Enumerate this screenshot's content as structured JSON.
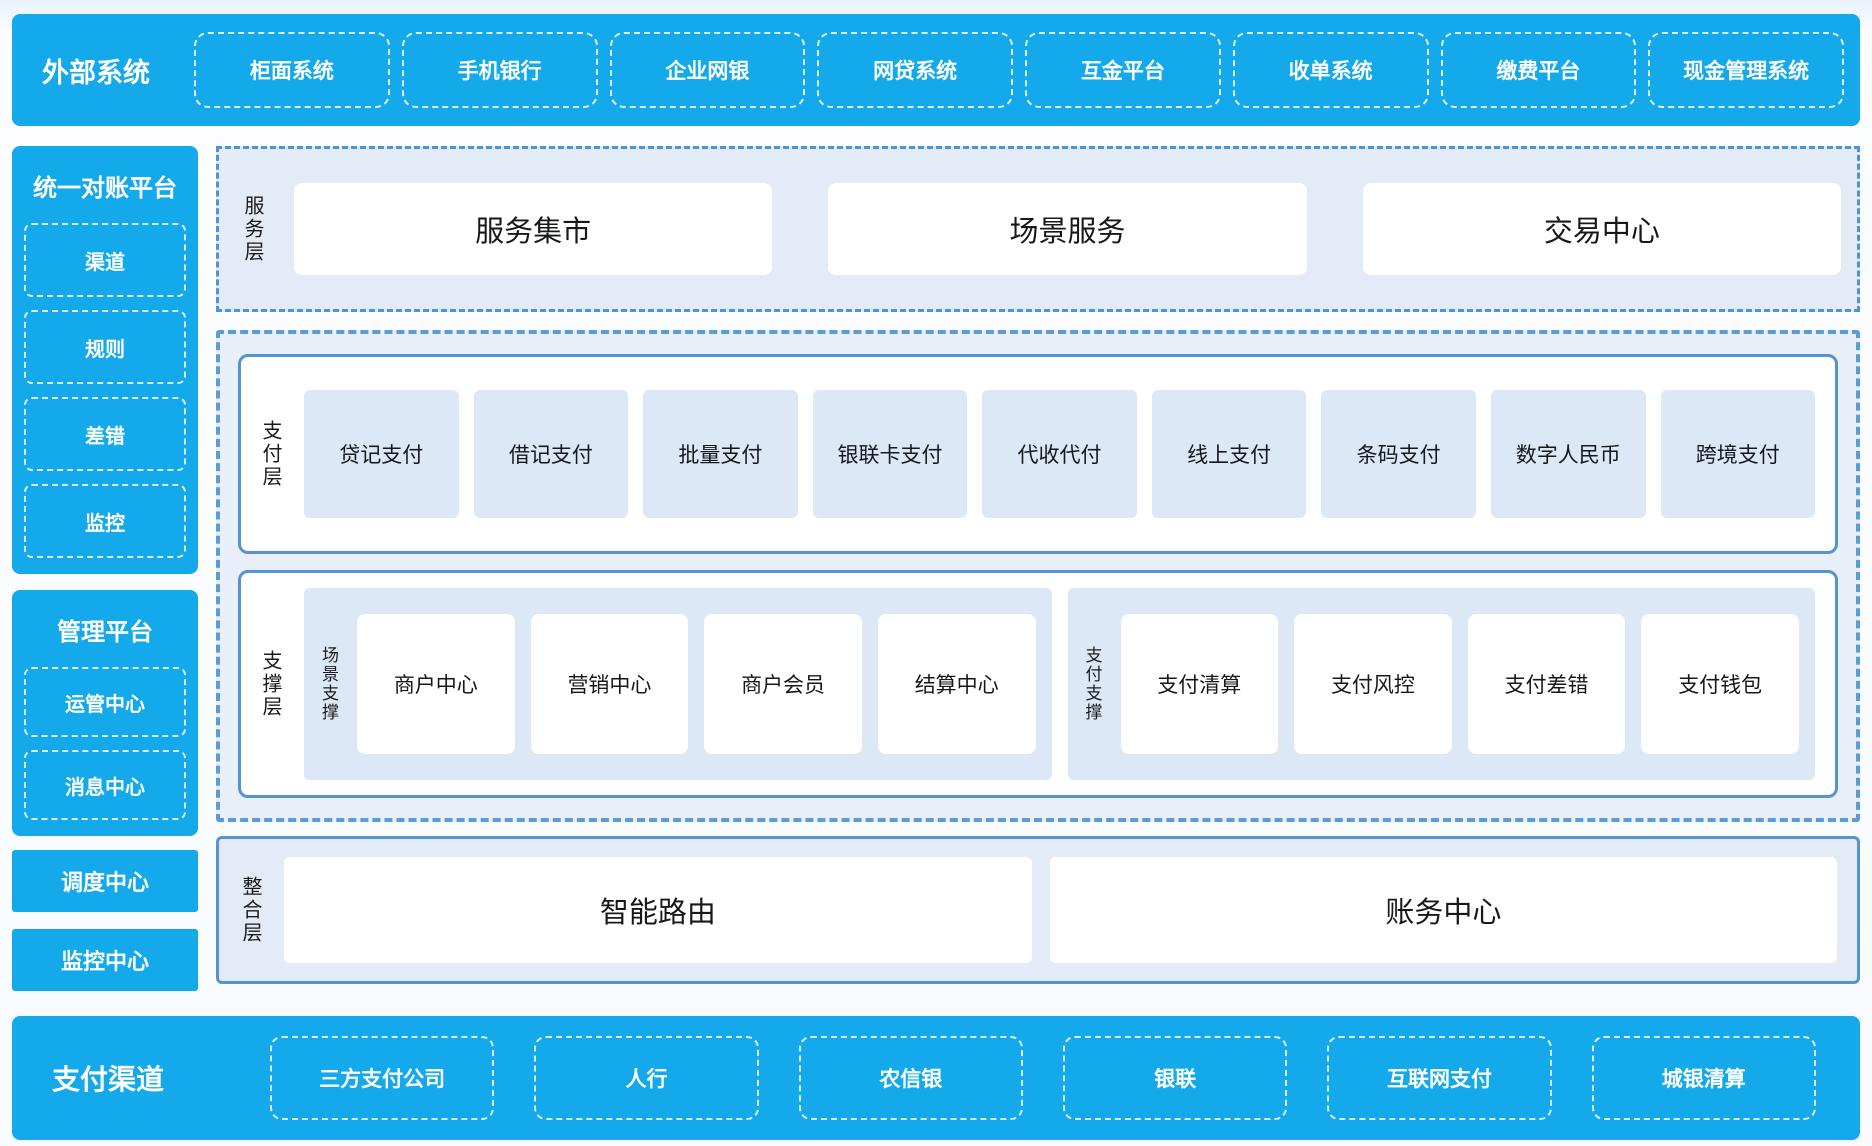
{
  "colors": {
    "brand_blue": "#14a9ea",
    "panel_light_blue": "#e3ebf6",
    "item_light_blue": "#dce8f5",
    "solid_border_blue": "#5593d2",
    "dashed_border_blue": "#5c9cd6",
    "text_dark": "#16181c",
    "text_white": "#ffffff"
  },
  "top_band": {
    "label": "外部系统",
    "items": [
      "柜面系统",
      "手机银行",
      "企业网银",
      "网贷系统",
      "互金平台",
      "收单系统",
      "缴费平台",
      "现金管理系统"
    ]
  },
  "sidebar": {
    "reconcile_panel": {
      "title": "统一对账平台",
      "items": [
        "渠道",
        "规则",
        "差错",
        "监控"
      ]
    },
    "manage_panel": {
      "title": "管理平台",
      "items": [
        "运管中心",
        "消息中心"
      ]
    },
    "solo_items": [
      "调度中心",
      "监控中心"
    ]
  },
  "layers": {
    "service": {
      "label": "服务层",
      "items": [
        "服务集市",
        "场景服务",
        "交易中心"
      ]
    },
    "payment": {
      "label": "支付层",
      "items": [
        "贷记支付",
        "借记支付",
        "批量支付",
        "银联卡支付",
        "代收代付",
        "线上支付",
        "条码支付",
        "数字人民币",
        "跨境支付"
      ]
    },
    "support": {
      "label": "支撑层",
      "groups": [
        {
          "label": "场景支撑",
          "items": [
            "商户中心",
            "营销中心",
            "商户会员",
            "结算中心"
          ]
        },
        {
          "label": "支付支撑",
          "items": [
            "支付清算",
            "支付风控",
            "支付差错",
            "支付钱包"
          ]
        }
      ]
    },
    "integration": {
      "label": "整合层",
      "items": [
        "智能路由",
        "账务中心"
      ]
    }
  },
  "bottom_band": {
    "label": "支付渠道",
    "items": [
      "三方支付公司",
      "人行",
      "农信银",
      "银联",
      "互联网支付",
      "城银清算"
    ]
  }
}
